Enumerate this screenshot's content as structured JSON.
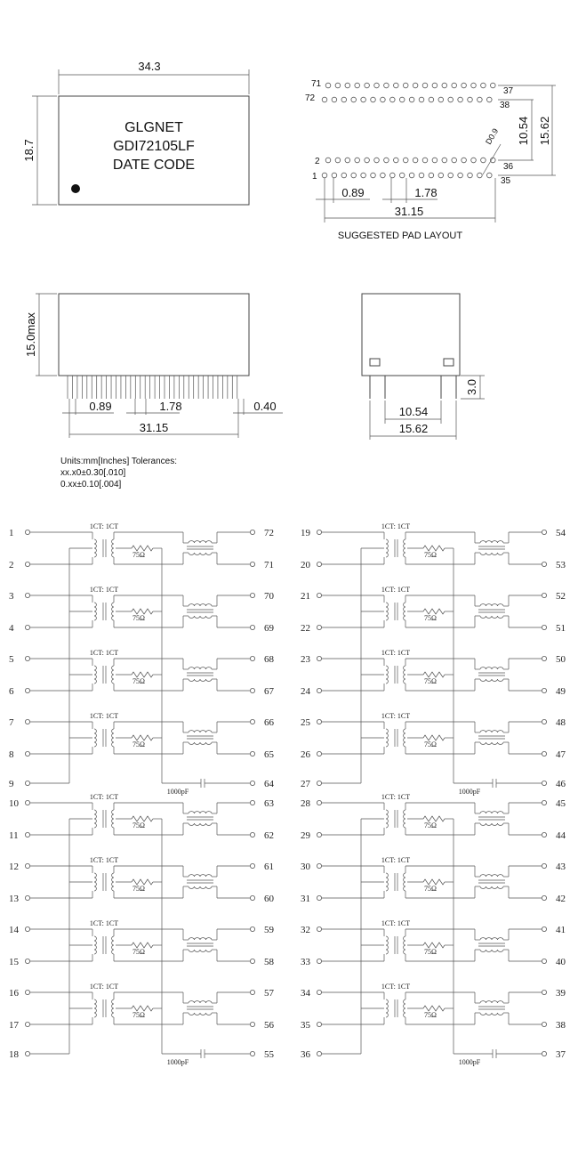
{
  "top_view": {
    "width_dim": "34.3",
    "height_dim": "18.7",
    "brand": "GLGNET",
    "part": "GDI72105LF",
    "date": "DATE CODE"
  },
  "pad_layout": {
    "label_71": "71",
    "label_72": "72",
    "label_37": "37",
    "label_38": "38",
    "label_2": "2",
    "label_1": "1",
    "label_36": "36",
    "label_35": "35",
    "dim_pitch_a": "0.89",
    "dim_pitch_b": "1.78",
    "dim_span": "31.15",
    "dim_row_a": "10.54",
    "dim_row_b": "15.62",
    "dim_drill": "D0.9",
    "caption": "SUGGESTED PAD LAYOUT"
  },
  "side_view": {
    "height_dim": "15.0max",
    "pitch_a": "0.89",
    "pitch_b": "1.78",
    "lead": "0.40",
    "span": "31.15"
  },
  "end_view": {
    "standoff": "3.0",
    "row_a": "10.54",
    "row_b": "15.62"
  },
  "notes": {
    "line1": "Units:mm[Inches] Tolerances:",
    "line2": "xx.x0±0.30[.010]",
    "line3": "0.xx±0.10[.004]"
  },
  "schematic": {
    "ratio": "1CT: 1CT",
    "res": "75Ω",
    "cap": "1000pF",
    "blocks": [
      {
        "channels": [
          [
            "1",
            "2",
            "72",
            "71"
          ],
          [
            "3",
            "4",
            "70",
            "69"
          ],
          [
            "5",
            "6",
            "68",
            "67"
          ],
          [
            "7",
            "8",
            "66",
            "65"
          ]
        ],
        "extra": [
          "9",
          "64"
        ]
      },
      {
        "channels": [
          [
            "19",
            "20",
            "54",
            "53"
          ],
          [
            "21",
            "22",
            "52",
            "51"
          ],
          [
            "23",
            "24",
            "50",
            "49"
          ],
          [
            "25",
            "26",
            "48",
            "47"
          ]
        ],
        "extra": [
          "27",
          "46"
        ]
      },
      {
        "channels": [
          [
            "10",
            "11",
            "63",
            "62"
          ],
          [
            "12",
            "13",
            "61",
            "60"
          ],
          [
            "14",
            "15",
            "59",
            "58"
          ],
          [
            "16",
            "17",
            "57",
            "56"
          ]
        ],
        "extra": [
          "18",
          "55"
        ]
      },
      {
        "channels": [
          [
            "28",
            "29",
            "45",
            "44"
          ],
          [
            "30",
            "31",
            "43",
            "42"
          ],
          [
            "32",
            "33",
            "41",
            "40"
          ],
          [
            "34",
            "35",
            "39",
            "38"
          ]
        ],
        "extra": [
          "36",
          "37"
        ]
      }
    ]
  }
}
